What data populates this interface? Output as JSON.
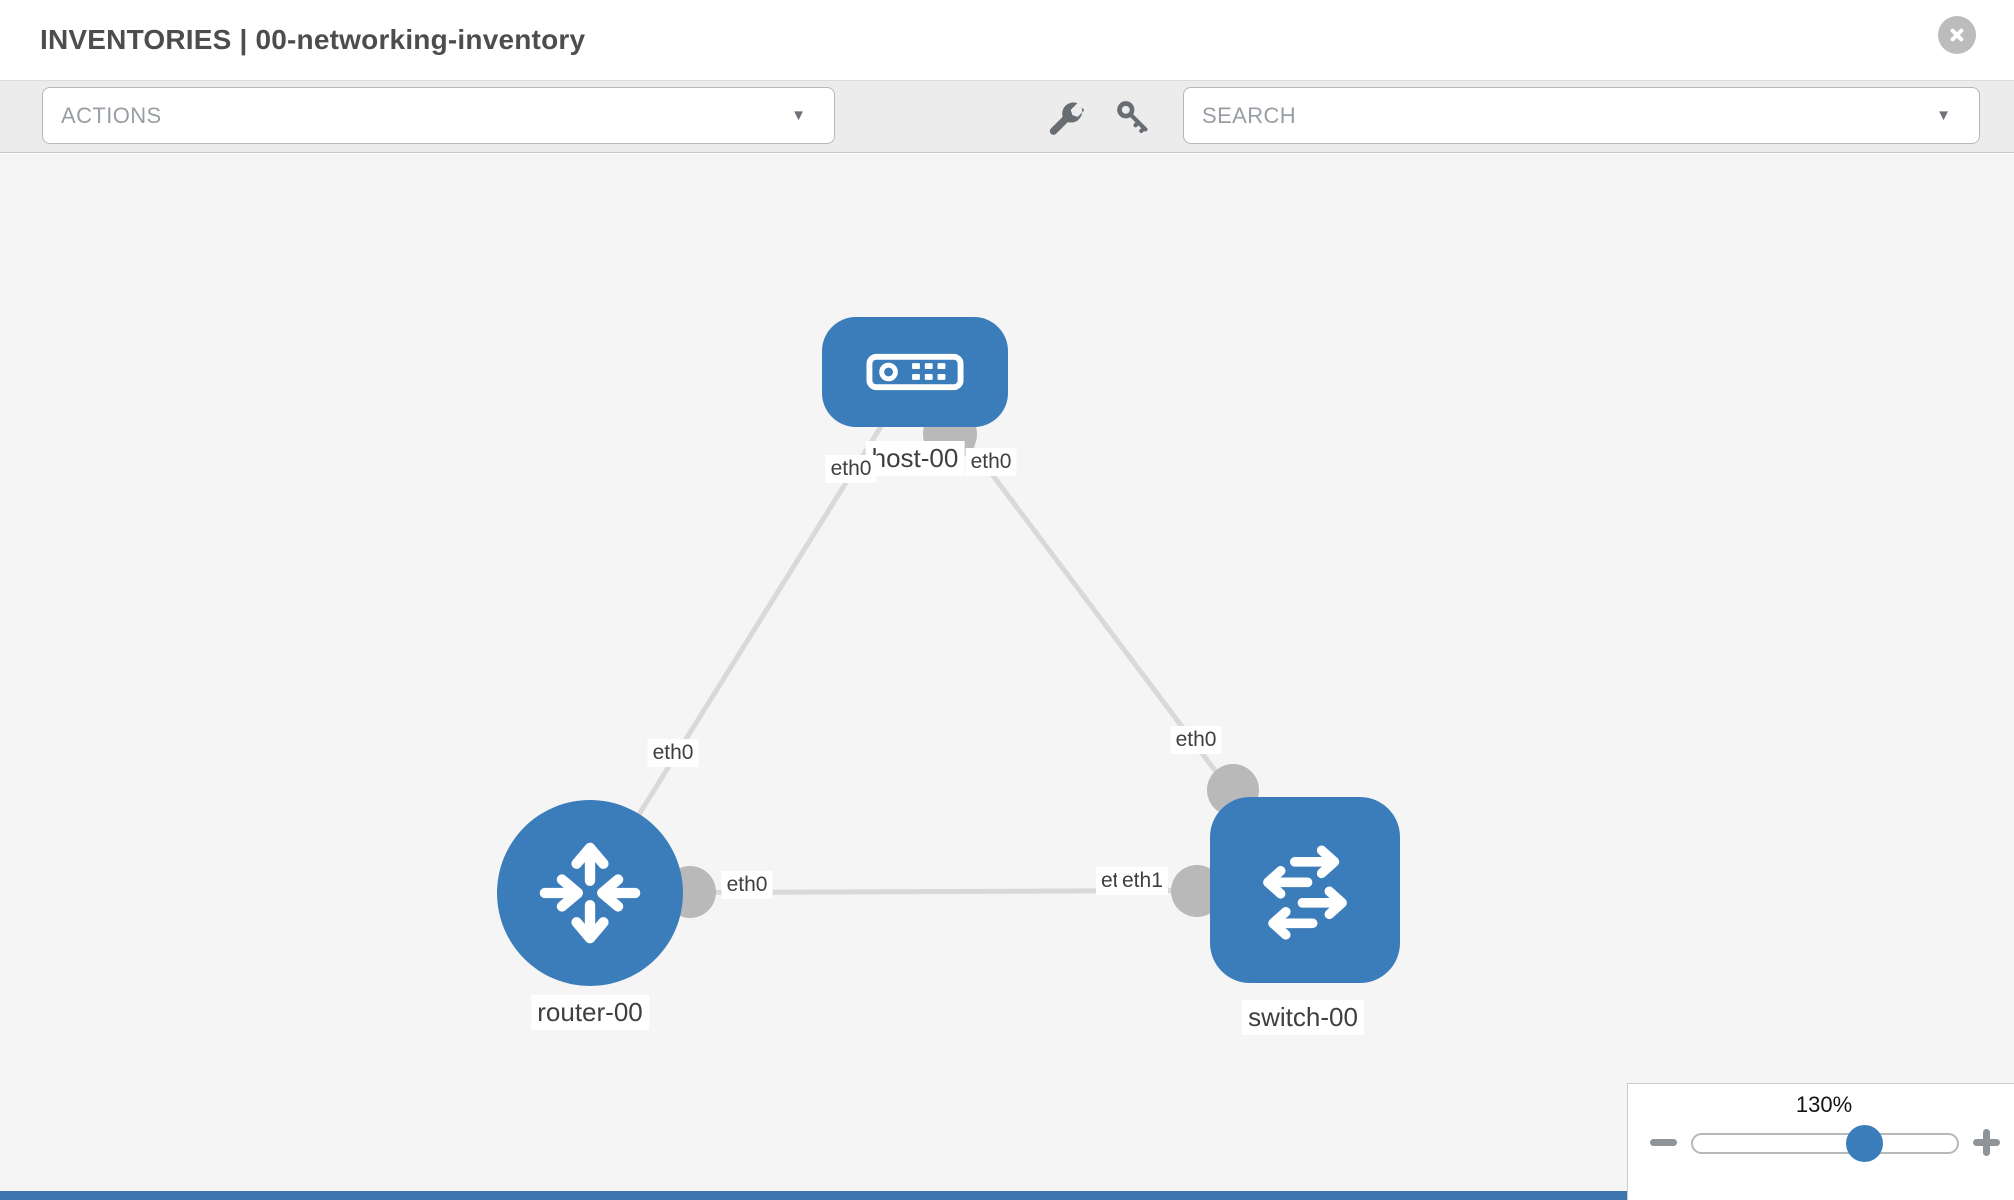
{
  "header": {
    "title": "INVENTORIES | 00-networking-inventory"
  },
  "toolbar": {
    "actions": {
      "placeholder": "ACTIONS"
    },
    "search": {
      "placeholder": "SEARCH"
    }
  },
  "icons": {
    "caret": "▼",
    "close": "circle-x",
    "wrench": "wrench",
    "key": "key"
  },
  "colors": {
    "accent_blue": "#3b7cba",
    "link_gray": "#d9d9d9",
    "port_gray": "#b9b9b9",
    "canvas_gray": "#f5f5f5"
  },
  "topology": {
    "nodes": [
      {
        "name": "host-00",
        "type": "host",
        "shape": "rounded-rect"
      },
      {
        "name": "router-00",
        "type": "router",
        "shape": "circle"
      },
      {
        "name": "switch-00",
        "type": "switch",
        "shape": "rounded-square"
      }
    ],
    "links": [
      {
        "from": "host-00",
        "to": "router-00",
        "from_label": "eth0",
        "to_label": "eth0"
      },
      {
        "from": "host-00",
        "to": "switch-00",
        "from_label": "eth0",
        "to_label": "eth0"
      },
      {
        "from": "router-00",
        "to": "switch-00",
        "from_label": "eth0",
        "to_labels": [
          "eth0",
          "eth1"
        ]
      }
    ]
  },
  "zoom": {
    "level": "130%",
    "percent": 130
  }
}
